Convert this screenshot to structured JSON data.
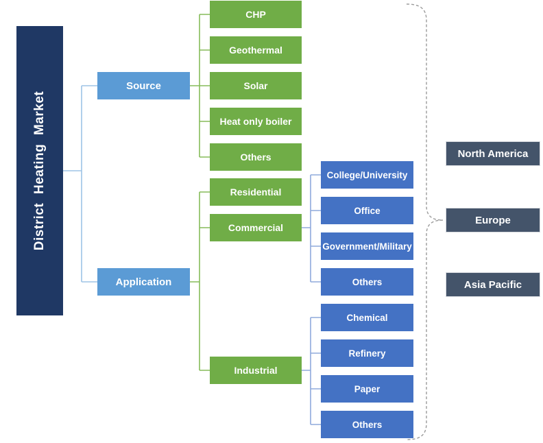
{
  "root": {
    "label": "District Heating Market"
  },
  "level1": {
    "source": "Source",
    "application": "Application"
  },
  "source_children": [
    "CHP",
    "Geothermal",
    "Solar",
    "Heat only boiler",
    "Others"
  ],
  "application_children": [
    "Residential",
    "Commercial",
    "Industrial"
  ],
  "commercial_children": [
    "College/University",
    "Office",
    "Government/Military",
    "Others"
  ],
  "industrial_children": [
    "Chemical",
    "Refinery",
    "Paper",
    "Others"
  ],
  "regions": [
    "North America",
    "Europe",
    "Asia Pacific"
  ],
  "colors": {
    "root_navy": "#1F3864",
    "level1_blue": "#5B9BD5",
    "green": "#70AD47",
    "child_blue": "#4472C4",
    "region_slate": "#44546A",
    "line_light_blue": "#9DC3E6",
    "line_green": "#85BC59",
    "line_blue": "#8FAADC",
    "brace_gray": "#9A9A9A"
  }
}
